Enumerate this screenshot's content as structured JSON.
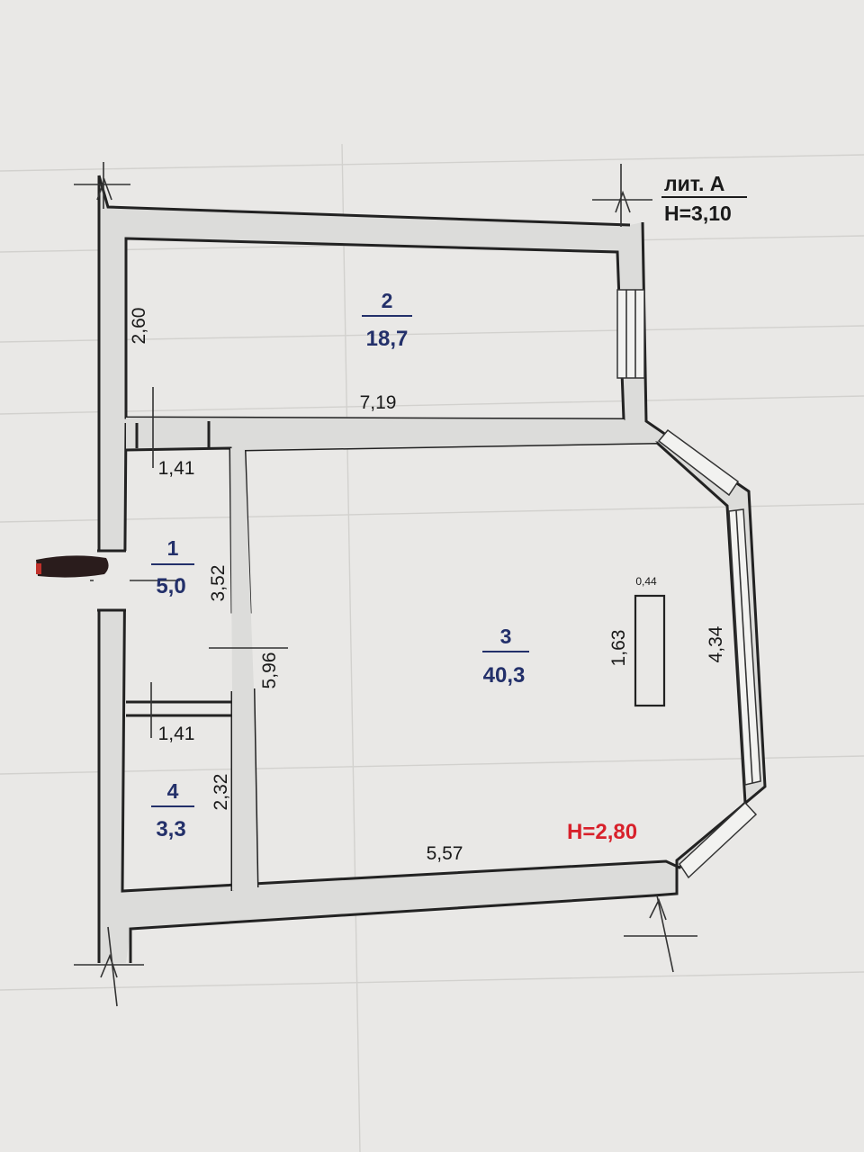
{
  "building": {
    "letter": "лит. А",
    "height": "H=3,10"
  },
  "rooms": [
    {
      "number": "1",
      "area": "5,0"
    },
    {
      "number": "2",
      "area": "18,7"
    },
    {
      "number": "3",
      "area": "40,3"
    },
    {
      "number": "4",
      "area": "3,3"
    }
  ],
  "dimensions": {
    "room2_depth": "2,60",
    "room2_length": "7,19",
    "room1_width": "1,41",
    "room1_length": "3,52",
    "corridor_length": "5,96",
    "room4_width": "1,41",
    "room4_length": "2,32",
    "room3_width": "5,57",
    "bay_window": "4,34",
    "column_width": "0,44",
    "column_length": "1,63"
  },
  "room3_height": "H=2,80",
  "colors": {
    "room_label": "#23306a",
    "height_highlight": "#d8212b",
    "walls": "#222222"
  }
}
